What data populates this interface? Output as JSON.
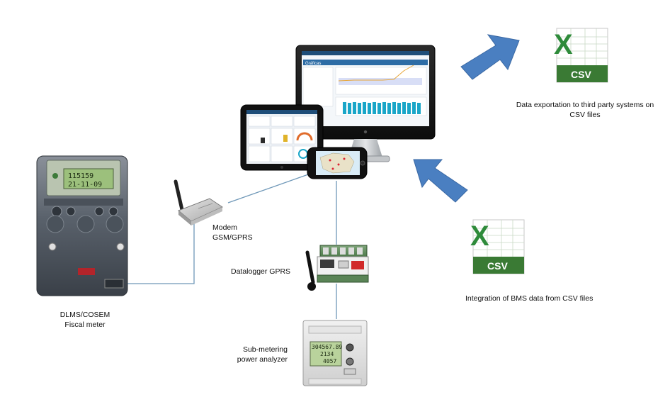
{
  "labels": {
    "modem_line1": "Modem",
    "modem_line2": "GSM/GPRS",
    "datalogger": "Datalogger  GPRS",
    "submeter_line1": "Sub-metering",
    "submeter_line2": "power analyzer",
    "fiscal_line1": "DLMS/COSEM",
    "fiscal_line2": "Fiscal meter",
    "export_line1": "Data exportation  to third party systems on",
    "export_line2": "CSV files",
    "integration": "Integration of BMS data from CSV files"
  },
  "csv_icons": {
    "letter": "X",
    "badge": "CSV"
  },
  "monitor_screen": {
    "title": "Gráficas"
  },
  "fiscal_meter_display": {
    "line1": "115159",
    "line2": "21-11-09"
  },
  "analyzer_display": {
    "line1": "304567.89",
    "line2": "2134",
    "line3": "4057"
  },
  "colors": {
    "arrow": "#4a7fc1",
    "connector": "#6f98b8",
    "excel_green": "#2e8b3a",
    "csv_badge": "#3a7a34",
    "screen_header": "#1f4e79",
    "chart_bars": "#1aa6c8"
  }
}
